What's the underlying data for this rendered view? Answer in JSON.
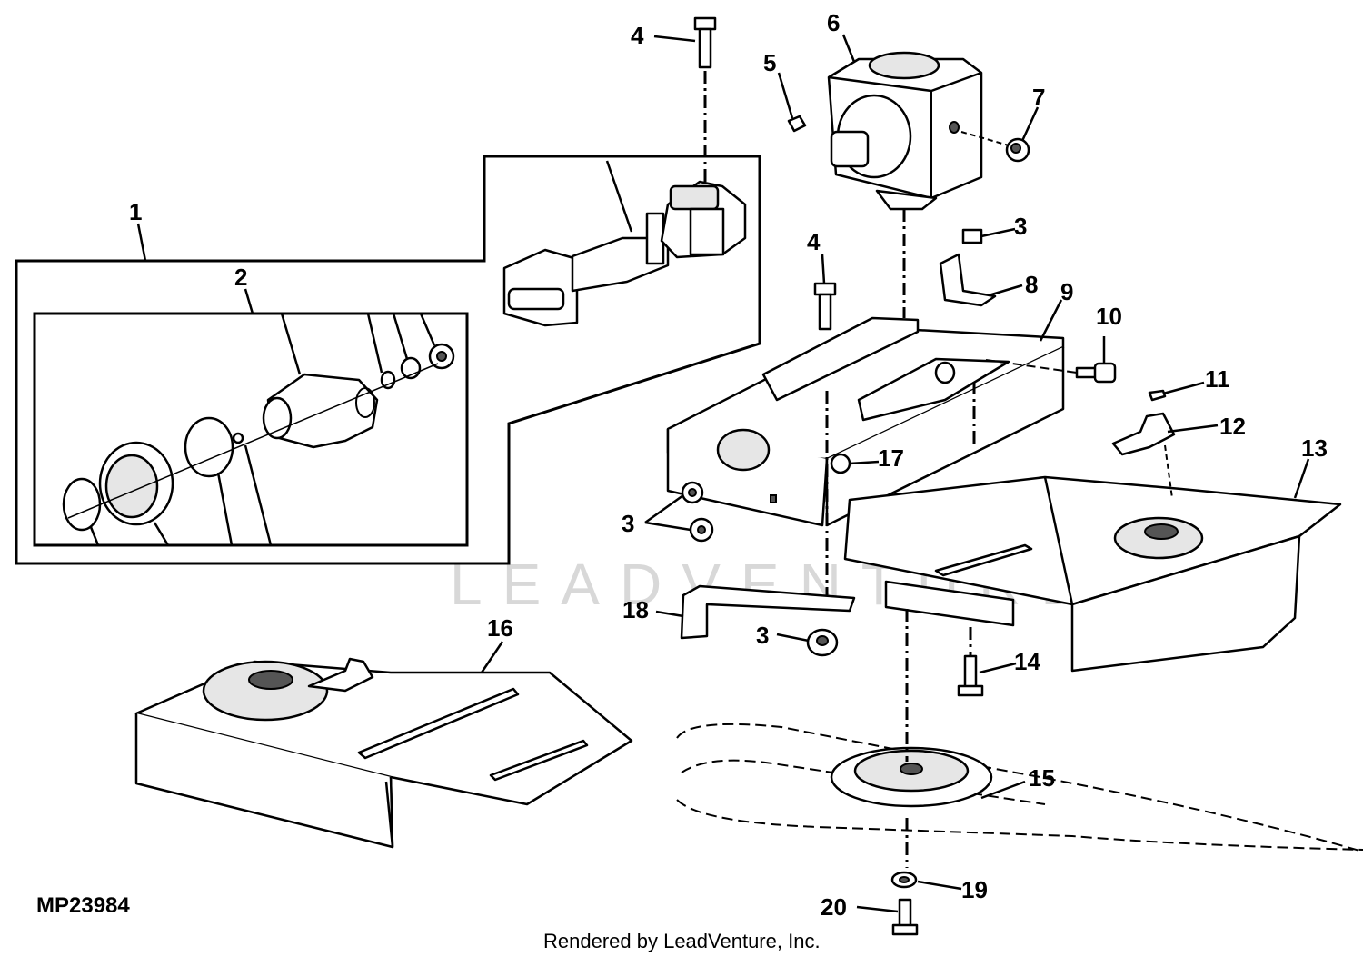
{
  "diagram_code": "MP23984",
  "watermark_text": "LEADVENTURE",
  "footer_text": "Rendered by LeadVenture, Inc.",
  "callouts": {
    "c1": "1",
    "c2": "2",
    "c3a": "3",
    "c3b": "3",
    "c3c": "3",
    "c4a": "4",
    "c4b": "4",
    "c5": "5",
    "c6": "6",
    "c7": "7",
    "c8": "8",
    "c9": "9",
    "c10": "10",
    "c11": "11",
    "c12": "12",
    "c13": "13",
    "c14": "14",
    "c15": "15",
    "c16": "16",
    "c17": "17",
    "c18": "18",
    "c19": "19",
    "c20": "20"
  }
}
